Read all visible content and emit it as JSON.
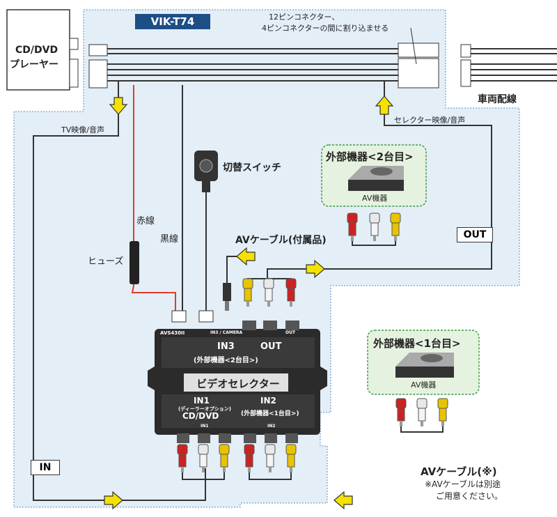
{
  "title": "VIK-T74",
  "note_insert": [
    "12ピンコネクター、",
    "4ピンコネクターの間に割り込ませる"
  ],
  "cd_dvd_player": [
    "CD/DVD",
    "プレーヤー"
  ],
  "vehicle_wiring": "車両配線",
  "tv_signal": "TV映像/音声",
  "selector_signal": "セレクター映像/音声",
  "red_wire": "赤線",
  "black_wire": "黒線",
  "fuse": "ヒューズ",
  "switch": "切替スイッチ",
  "av_cable_included": "AVケーブル(付属品)",
  "out_tag": "OUT",
  "in_tag": "IN",
  "ext2": {
    "title": "外部機器<2台目>",
    "label": "AV機器"
  },
  "ext1": {
    "title": "外部機器<1台目>",
    "label": "AV機器"
  },
  "av_cable_note": [
    "AVケーブル(※)",
    "※AVケーブルは別途",
    "ご用意ください。"
  ],
  "selector": {
    "model": "AVS430II",
    "in3_camera": "IN3 / CAMERA",
    "out_small": "OUT",
    "in3": "IN3",
    "out": "OUT",
    "in3_sub": "(外部機器<2台目>)",
    "name": "ビデオセレクター",
    "in1": "IN1",
    "in1_sub1": "(ディーラーオプション)",
    "in1_sub2": "CD/DVD",
    "in2": "IN2",
    "in2_sub": "(外部機器<1台目>)",
    "in1_small": "IN1",
    "in2_small": "IN2"
  },
  "colors": {
    "region_fill": "#e3eef7",
    "region_border": "#5d8fc0",
    "arrow_yellow": "#f5e200",
    "red_wire": "#e23a2a",
    "ext_box_fill": "#e6f2e0",
    "ext_box_border": "#3d9a45",
    "rca_red": "#cc2222",
    "rca_white": "#e8e8e8",
    "rca_yellow": "#e8c400"
  }
}
